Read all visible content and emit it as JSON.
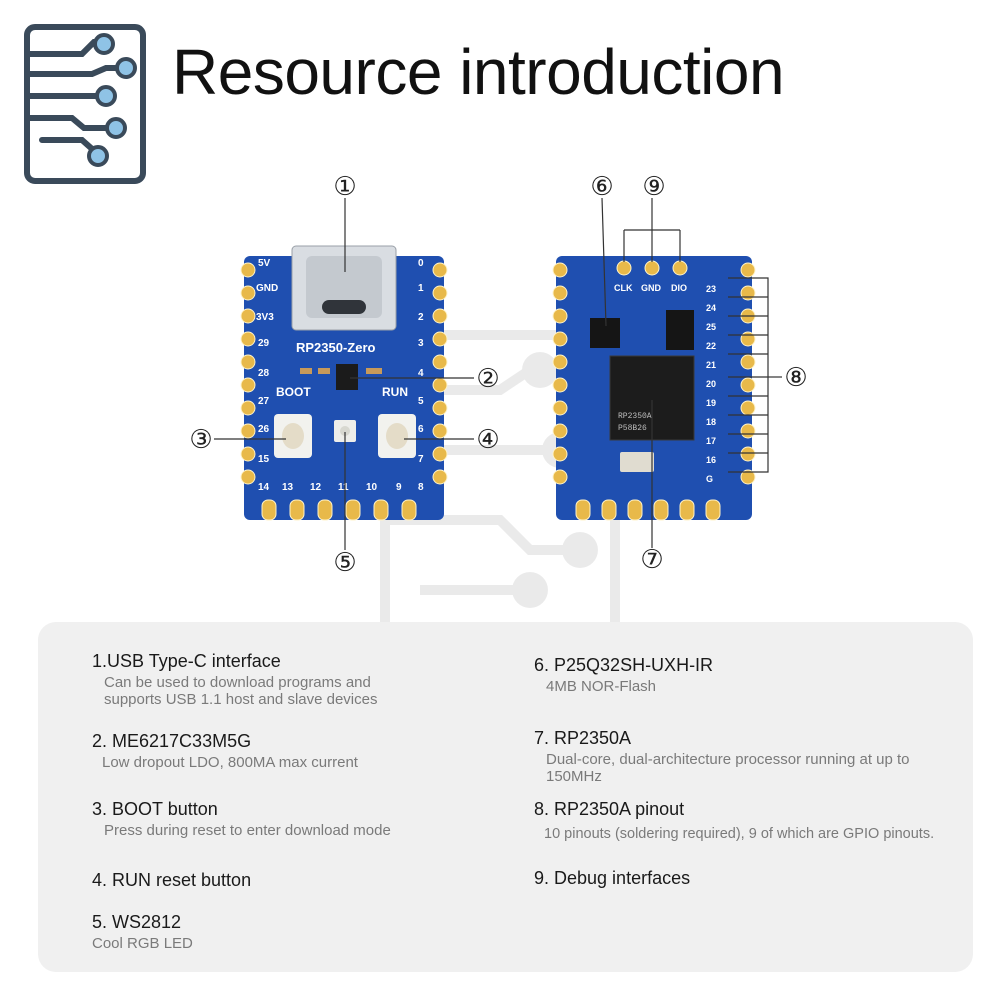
{
  "header": {
    "title": "Resource introduction"
  },
  "callouts": [
    "①",
    "②",
    "③",
    "④",
    "⑤",
    "⑥",
    "⑦",
    "⑧",
    "⑨"
  ],
  "board_front": {
    "name_label": "RP2350-Zero",
    "boot_label": "BOOT",
    "run_label": "RUN",
    "left_pins": [
      "5V",
      "GND",
      "3V3",
      "29",
      "28",
      "27",
      "26",
      "15",
      "14"
    ],
    "right_pins": [
      "0",
      "1",
      "2",
      "3",
      "4",
      "5",
      "6",
      "7",
      "8"
    ],
    "bottom_pins": [
      "13",
      "12",
      "11",
      "10",
      "9"
    ]
  },
  "board_back": {
    "debug_labels": [
      "CLK",
      "GND",
      "DIO"
    ],
    "chip_text": [
      "RP2350A",
      "P58B26"
    ],
    "right_pins": [
      "23",
      "24",
      "25",
      "22",
      "21",
      "20",
      "19",
      "18",
      "17",
      "16",
      "G"
    ]
  },
  "items_left": [
    {
      "title": "1.USB Type-C interface",
      "desc": "Can be used to download programs and supports USB 1.1 host and slave devices"
    },
    {
      "title": "2. ME6217C33M5G",
      "desc": "Low dropout LDO, 800MA max current"
    },
    {
      "title": "3. BOOT button",
      "desc": "Press during reset to enter download mode"
    },
    {
      "title": "4. RUN reset button",
      "desc": ""
    },
    {
      "title": "5. WS2812",
      "desc": "Cool RGB LED"
    }
  ],
  "items_right": [
    {
      "title": "6. P25Q32SH-UXH-IR",
      "desc": "4MB NOR-Flash"
    },
    {
      "title": "7. RP2350A",
      "desc": "Dual-core, dual-architecture processor running at up to 150MHz"
    },
    {
      "title": "8. RP2350A pinout",
      "desc": "10 pinouts (soldering required), 9 of which are GPIO pinouts."
    },
    {
      "title": "9. Debug interfaces",
      "desc": ""
    }
  ],
  "colors": {
    "pcb": "#1f4fb0",
    "pad": "#e8b94a",
    "logo": "#3a4a5a",
    "logo_node": "#8fc3e6"
  }
}
